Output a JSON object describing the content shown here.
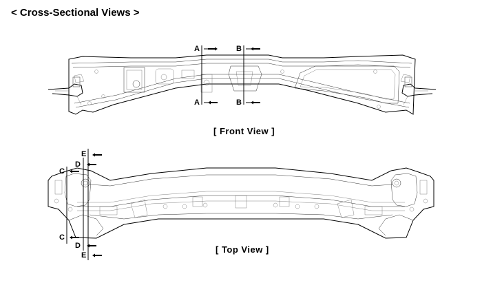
{
  "header": {
    "title": "< Cross-Sectional Views >"
  },
  "front_view": {
    "caption": "[ Front  View ]",
    "section_labels": {
      "a_top": "A",
      "b_top": "B",
      "a_bottom": "A",
      "b_bottom": "B"
    }
  },
  "top_view": {
    "caption": "[ Top  View ]",
    "section_labels": {
      "e_top": "E",
      "d_top": "D",
      "c_top": "C",
      "c_bottom": "C",
      "d_bottom": "D",
      "e_bottom": "E"
    }
  }
}
